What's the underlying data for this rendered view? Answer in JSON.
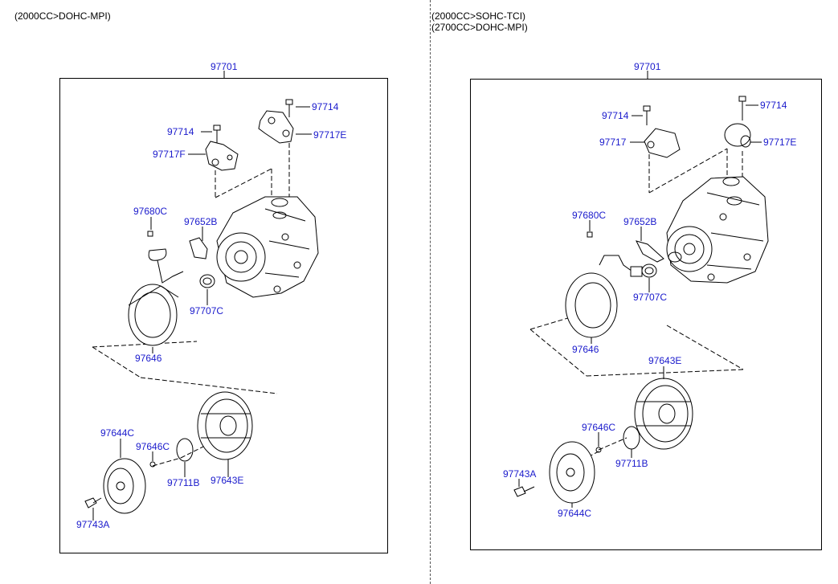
{
  "left": {
    "header": "(2000CC>DOHC-MPI)",
    "assembly": "97701",
    "parts": {
      "p1": "97714",
      "p2": "97714",
      "p3": "97717E",
      "p4": "97717F",
      "p5": "97680C",
      "p6": "97652B",
      "p7": "97707C",
      "p8": "97646",
      "p9": "97644C",
      "p10": "97646C",
      "p11": "97711B",
      "p12": "97643E",
      "p13": "97743A"
    }
  },
  "right": {
    "header_line1": "(2000CC>SOHC-TCI)",
    "header_line2": "(2700CC>DOHC-MPI)",
    "assembly": "97701",
    "parts": {
      "p1": "97714",
      "p2": "97714",
      "p3": "97717",
      "p4": "97717E",
      "p5": "97680C",
      "p6": "97652B",
      "p7": "97707C",
      "p8": "97646",
      "p9": "97643E",
      "p10": "97646C",
      "p11": "97711B",
      "p12": "97743A",
      "p13": "97644C"
    }
  },
  "colors": {
    "label": "#1a1acc",
    "line": "#000000"
  }
}
